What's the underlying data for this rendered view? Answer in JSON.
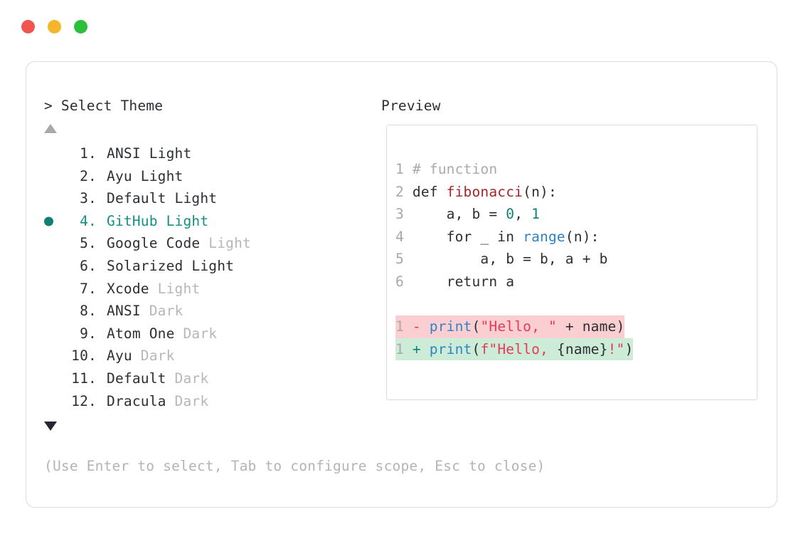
{
  "window": {
    "traffic_lights": [
      {
        "name": "close-button",
        "color": "#f05650"
      },
      {
        "name": "minimize-button",
        "color": "#f5b62c"
      },
      {
        "name": "maximize-button",
        "color": "#2bbf3c"
      }
    ]
  },
  "prompt": {
    "header": "> Select Theme",
    "preview_header": "Preview",
    "scroll_up": "▲",
    "scroll_down": "▼",
    "hint": "(Use Enter to select, Tab to configure scope, Esc to close)"
  },
  "theme_list": {
    "selected_index": 4,
    "selected_color": "#148f84",
    "bullet_color": "#0f8076",
    "items": [
      {
        "num": "1.",
        "name": "ANSI",
        "variant": "Light",
        "variant_dim": false,
        "selected": false
      },
      {
        "num": "2.",
        "name": "Ayu",
        "variant": "Light",
        "variant_dim": false,
        "selected": false
      },
      {
        "num": "3.",
        "name": "Default",
        "variant": "Light",
        "variant_dim": false,
        "selected": false
      },
      {
        "num": "4.",
        "name": "GitHub",
        "variant": "Light",
        "variant_dim": false,
        "selected": true
      },
      {
        "num": "5.",
        "name": "Google Code",
        "variant": "Light",
        "variant_dim": true,
        "selected": false
      },
      {
        "num": "6.",
        "name": "Solarized",
        "variant": "Light",
        "variant_dim": false,
        "selected": false
      },
      {
        "num": "7.",
        "name": "Xcode",
        "variant": "Light",
        "variant_dim": true,
        "selected": false
      },
      {
        "num": "8.",
        "name": "ANSI",
        "variant": "Dark",
        "variant_dim": true,
        "selected": false
      },
      {
        "num": "9.",
        "name": "Atom One",
        "variant": "Dark",
        "variant_dim": true,
        "selected": false
      },
      {
        "num": "10.",
        "name": "Ayu",
        "variant": "Dark",
        "variant_dim": true,
        "selected": false
      },
      {
        "num": "11.",
        "name": "Default",
        "variant": "Dark",
        "variant_dim": true,
        "selected": false
      },
      {
        "num": "12.",
        "name": "Dracula",
        "variant": "Dark",
        "variant_dim": true,
        "selected": false
      }
    ]
  },
  "preview": {
    "language": "python",
    "code_lines": [
      {
        "ln": "1",
        "tokens": [
          {
            "t": "# function",
            "c": "c-comment"
          }
        ]
      },
      {
        "ln": "2",
        "tokens": [
          {
            "t": "def ",
            "c": "c-plain"
          },
          {
            "t": "fibonacci",
            "c": "c-func"
          },
          {
            "t": "(n):",
            "c": "c-plain"
          }
        ]
      },
      {
        "ln": "3",
        "tokens": [
          {
            "t": "    a, b = ",
            "c": "c-plain"
          },
          {
            "t": "0",
            "c": "c-num"
          },
          {
            "t": ", ",
            "c": "c-plain"
          },
          {
            "t": "1",
            "c": "c-num"
          }
        ]
      },
      {
        "ln": "4",
        "tokens": [
          {
            "t": "    for _ in ",
            "c": "c-plain"
          },
          {
            "t": "range",
            "c": "c-builtin"
          },
          {
            "t": "(n):",
            "c": "c-plain"
          }
        ]
      },
      {
        "ln": "5",
        "tokens": [
          {
            "t": "        a, b = b, a + b",
            "c": "c-plain"
          }
        ]
      },
      {
        "ln": "6",
        "tokens": [
          {
            "t": "    return a",
            "c": "c-plain"
          }
        ]
      }
    ],
    "diff_lines": [
      {
        "ln": "1",
        "marker": "-",
        "marker_class": "c-del",
        "kind": "diff-del",
        "bg": "#fbcfd2",
        "tokens": [
          {
            "t": "print",
            "c": "c-builtin"
          },
          {
            "t": "(",
            "c": "c-plain"
          },
          {
            "t": "\"Hello, \"",
            "c": "c-string"
          },
          {
            "t": " + name)",
            "c": "c-plain"
          }
        ]
      },
      {
        "ln": "1",
        "marker": "+",
        "marker_class": "c-add",
        "kind": "diff-add",
        "bg": "#cdecd8",
        "tokens": [
          {
            "t": "print",
            "c": "c-builtin"
          },
          {
            "t": "(",
            "c": "c-plain"
          },
          {
            "t": "f\"Hello, ",
            "c": "c-string"
          },
          {
            "t": "{name}",
            "c": "c-plain"
          },
          {
            "t": "!\"",
            "c": "c-string"
          },
          {
            "t": ")",
            "c": "c-plain"
          }
        ]
      }
    ]
  }
}
